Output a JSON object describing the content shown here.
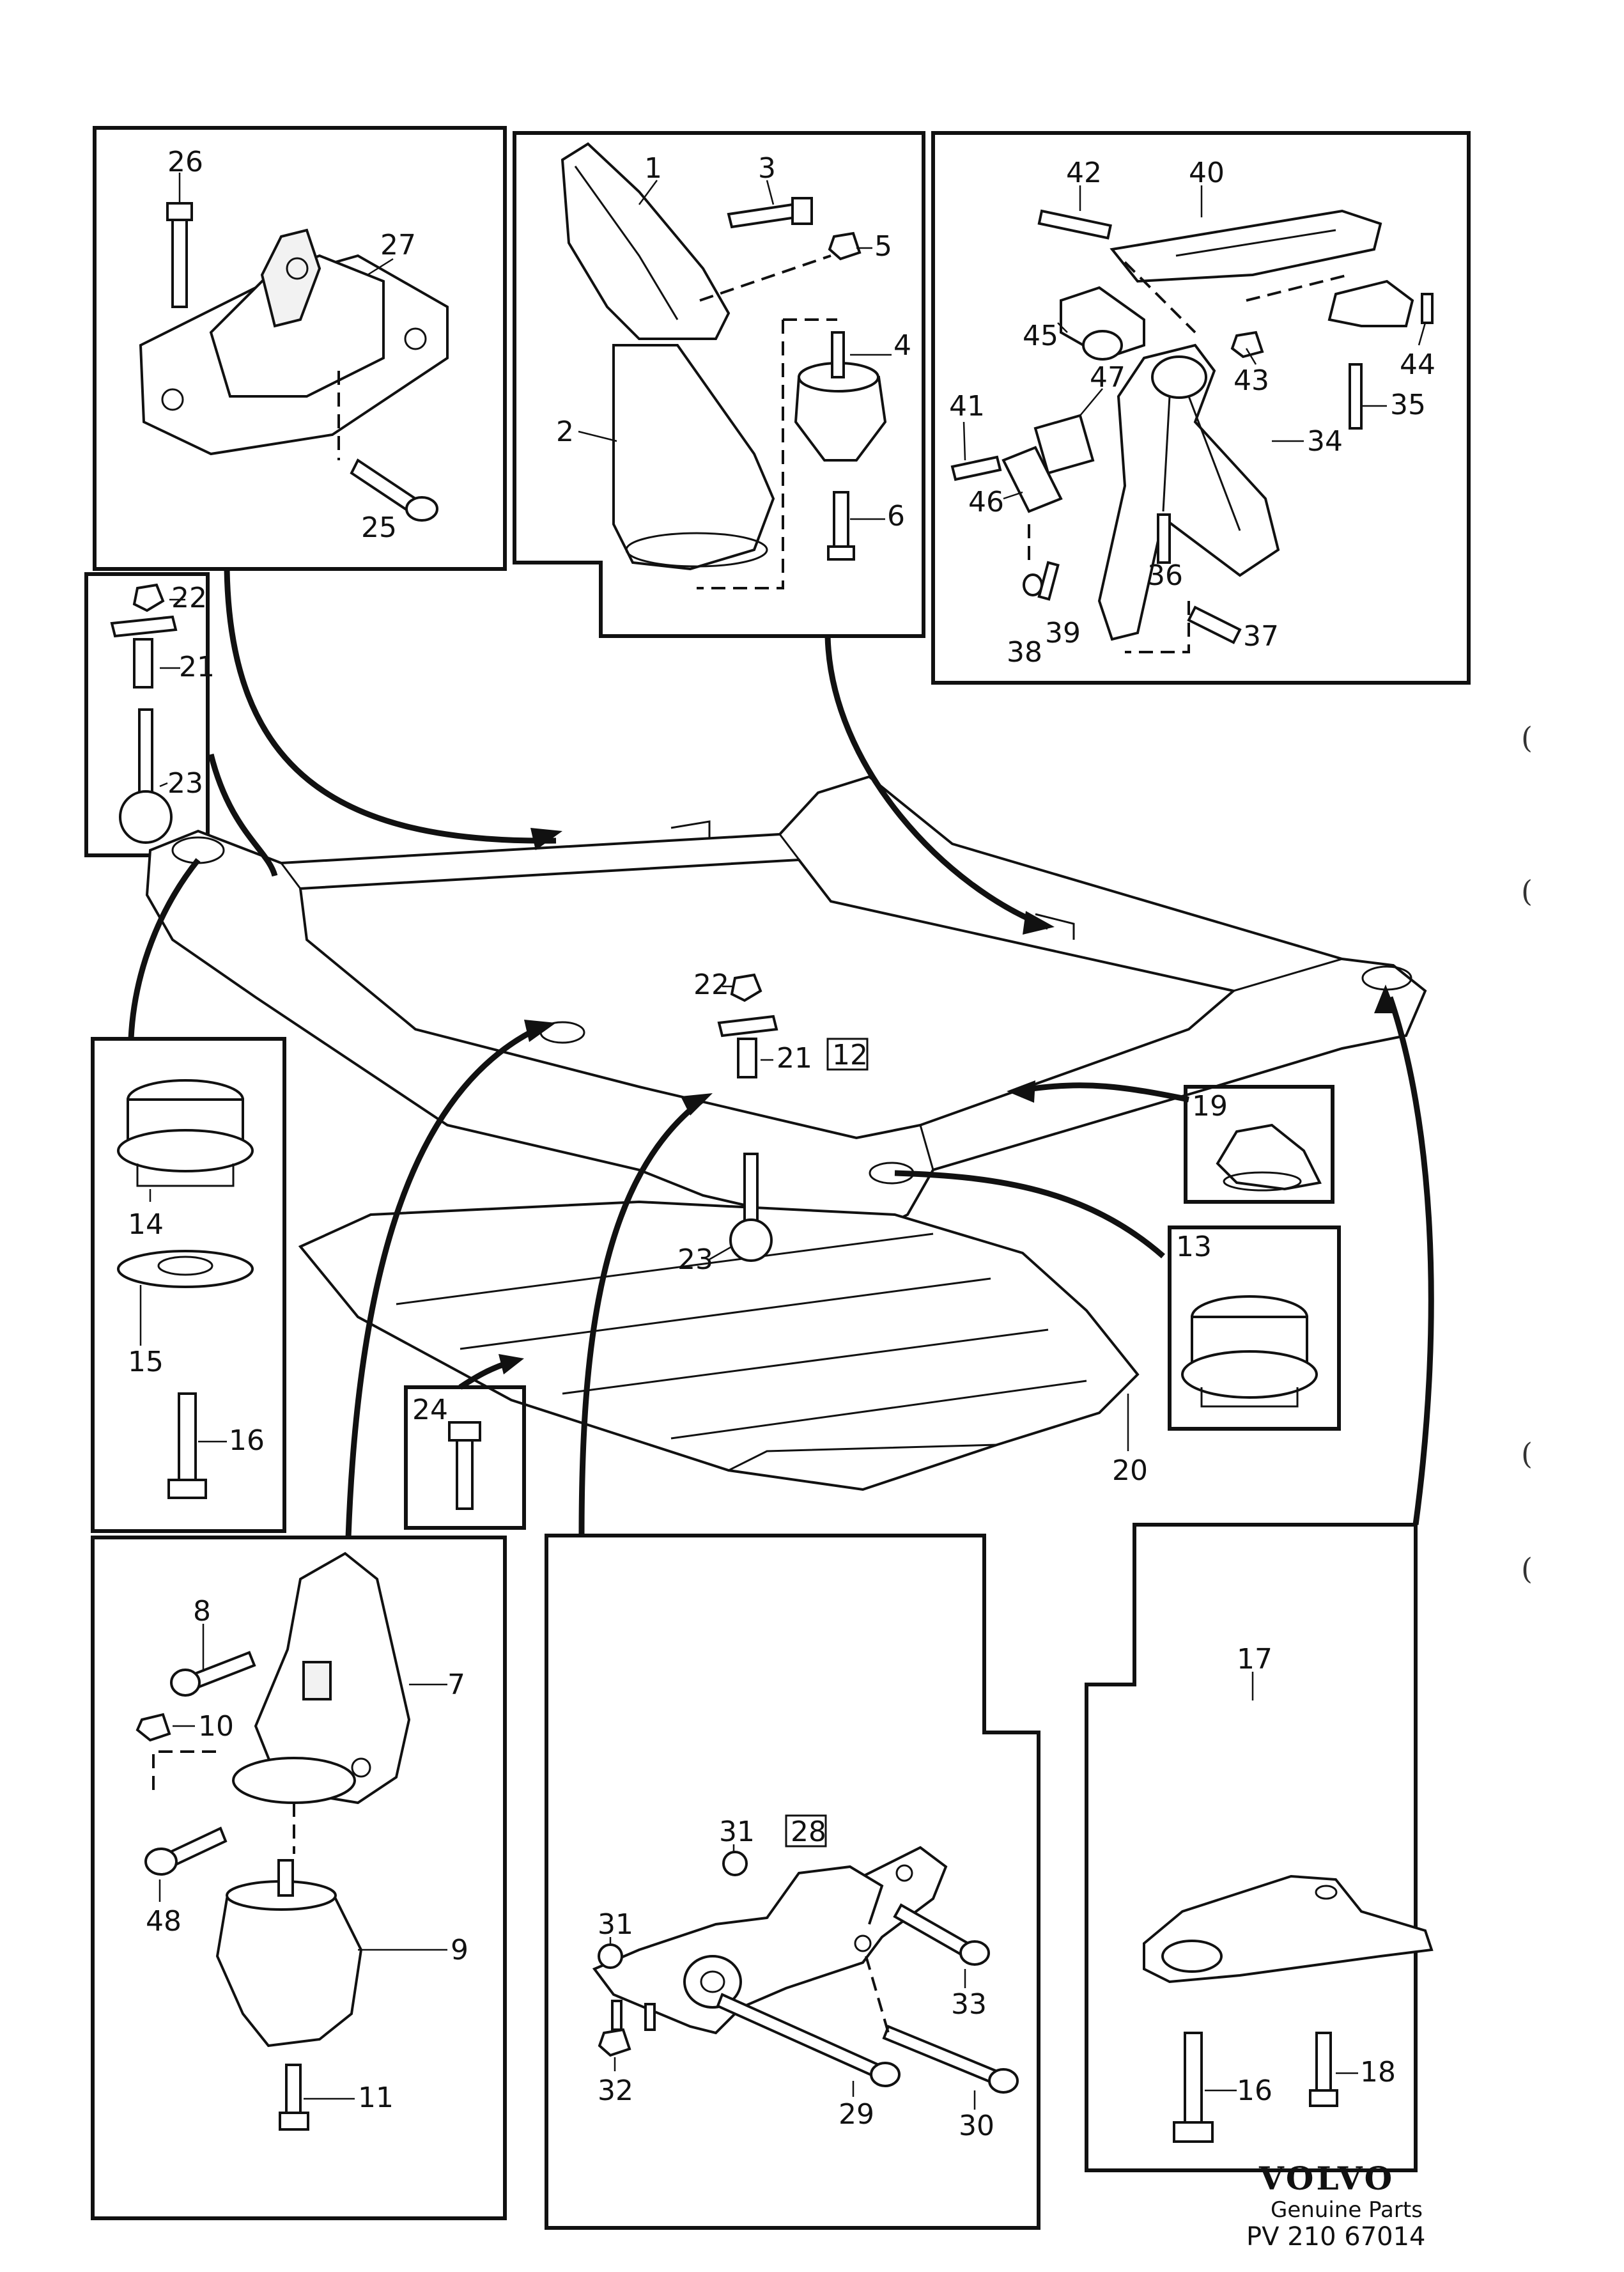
{
  "labels": {
    "p1": "1",
    "p2": "2",
    "p3": "3",
    "p4": "4",
    "p5": "5",
    "p6": "6",
    "p7": "7",
    "p8": "8",
    "p9": "9",
    "p10": "10",
    "p11": "11",
    "p12": "12",
    "p13": "13",
    "p14": "14",
    "p15": "15",
    "p16a": "16",
    "p16b": "16",
    "p17": "17",
    "p18": "18",
    "p19": "19",
    "p20": "20",
    "p21a": "21",
    "p21b": "21",
    "p22a": "22",
    "p22b": "22",
    "p23a": "23",
    "p23b": "23",
    "p24": "24",
    "p25": "25",
    "p26": "26",
    "p27": "27",
    "p28": "28",
    "p29": "29",
    "p30": "30",
    "p31a": "31",
    "p31b": "31",
    "p32": "32",
    "p33": "33",
    "p34": "34",
    "p35": "35",
    "p36": "36",
    "p37": "37",
    "p38": "38",
    "p39": "39",
    "p40": "40",
    "p41": "41",
    "p42": "42",
    "p43": "43",
    "p44": "44",
    "p45": "45",
    "p46": "46",
    "p47": "47",
    "p48": "48"
  },
  "brand": {
    "name": "VOLVO",
    "tagline": "Genuine Parts",
    "code": "PV 210 67014"
  },
  "margin_marks": [
    "(",
    "(",
    "(",
    "("
  ]
}
